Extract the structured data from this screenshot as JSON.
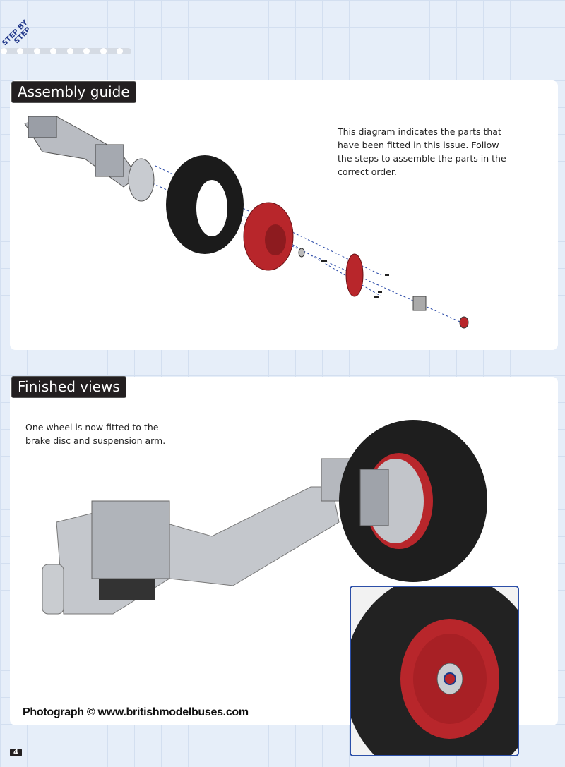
{
  "header": {
    "badge": "STEP BY STEP",
    "badge_line1": "STEP BY",
    "badge_line2": "STEP"
  },
  "assembly": {
    "title": "Assembly guide",
    "description": "This diagram indicates the parts that have been fitted in this issue. Follow the steps to assemble the parts in the correct order."
  },
  "finished": {
    "title": "Finished views",
    "description": "One wheel is now fitted to the brake disc and suspension arm."
  },
  "credit": "Photograph © www.britishmodelbuses.com",
  "page_number": "4",
  "colors": {
    "heading_bg": "#231f20",
    "wheel_red": "#b8262b",
    "inset_border": "#2c4fa8"
  }
}
